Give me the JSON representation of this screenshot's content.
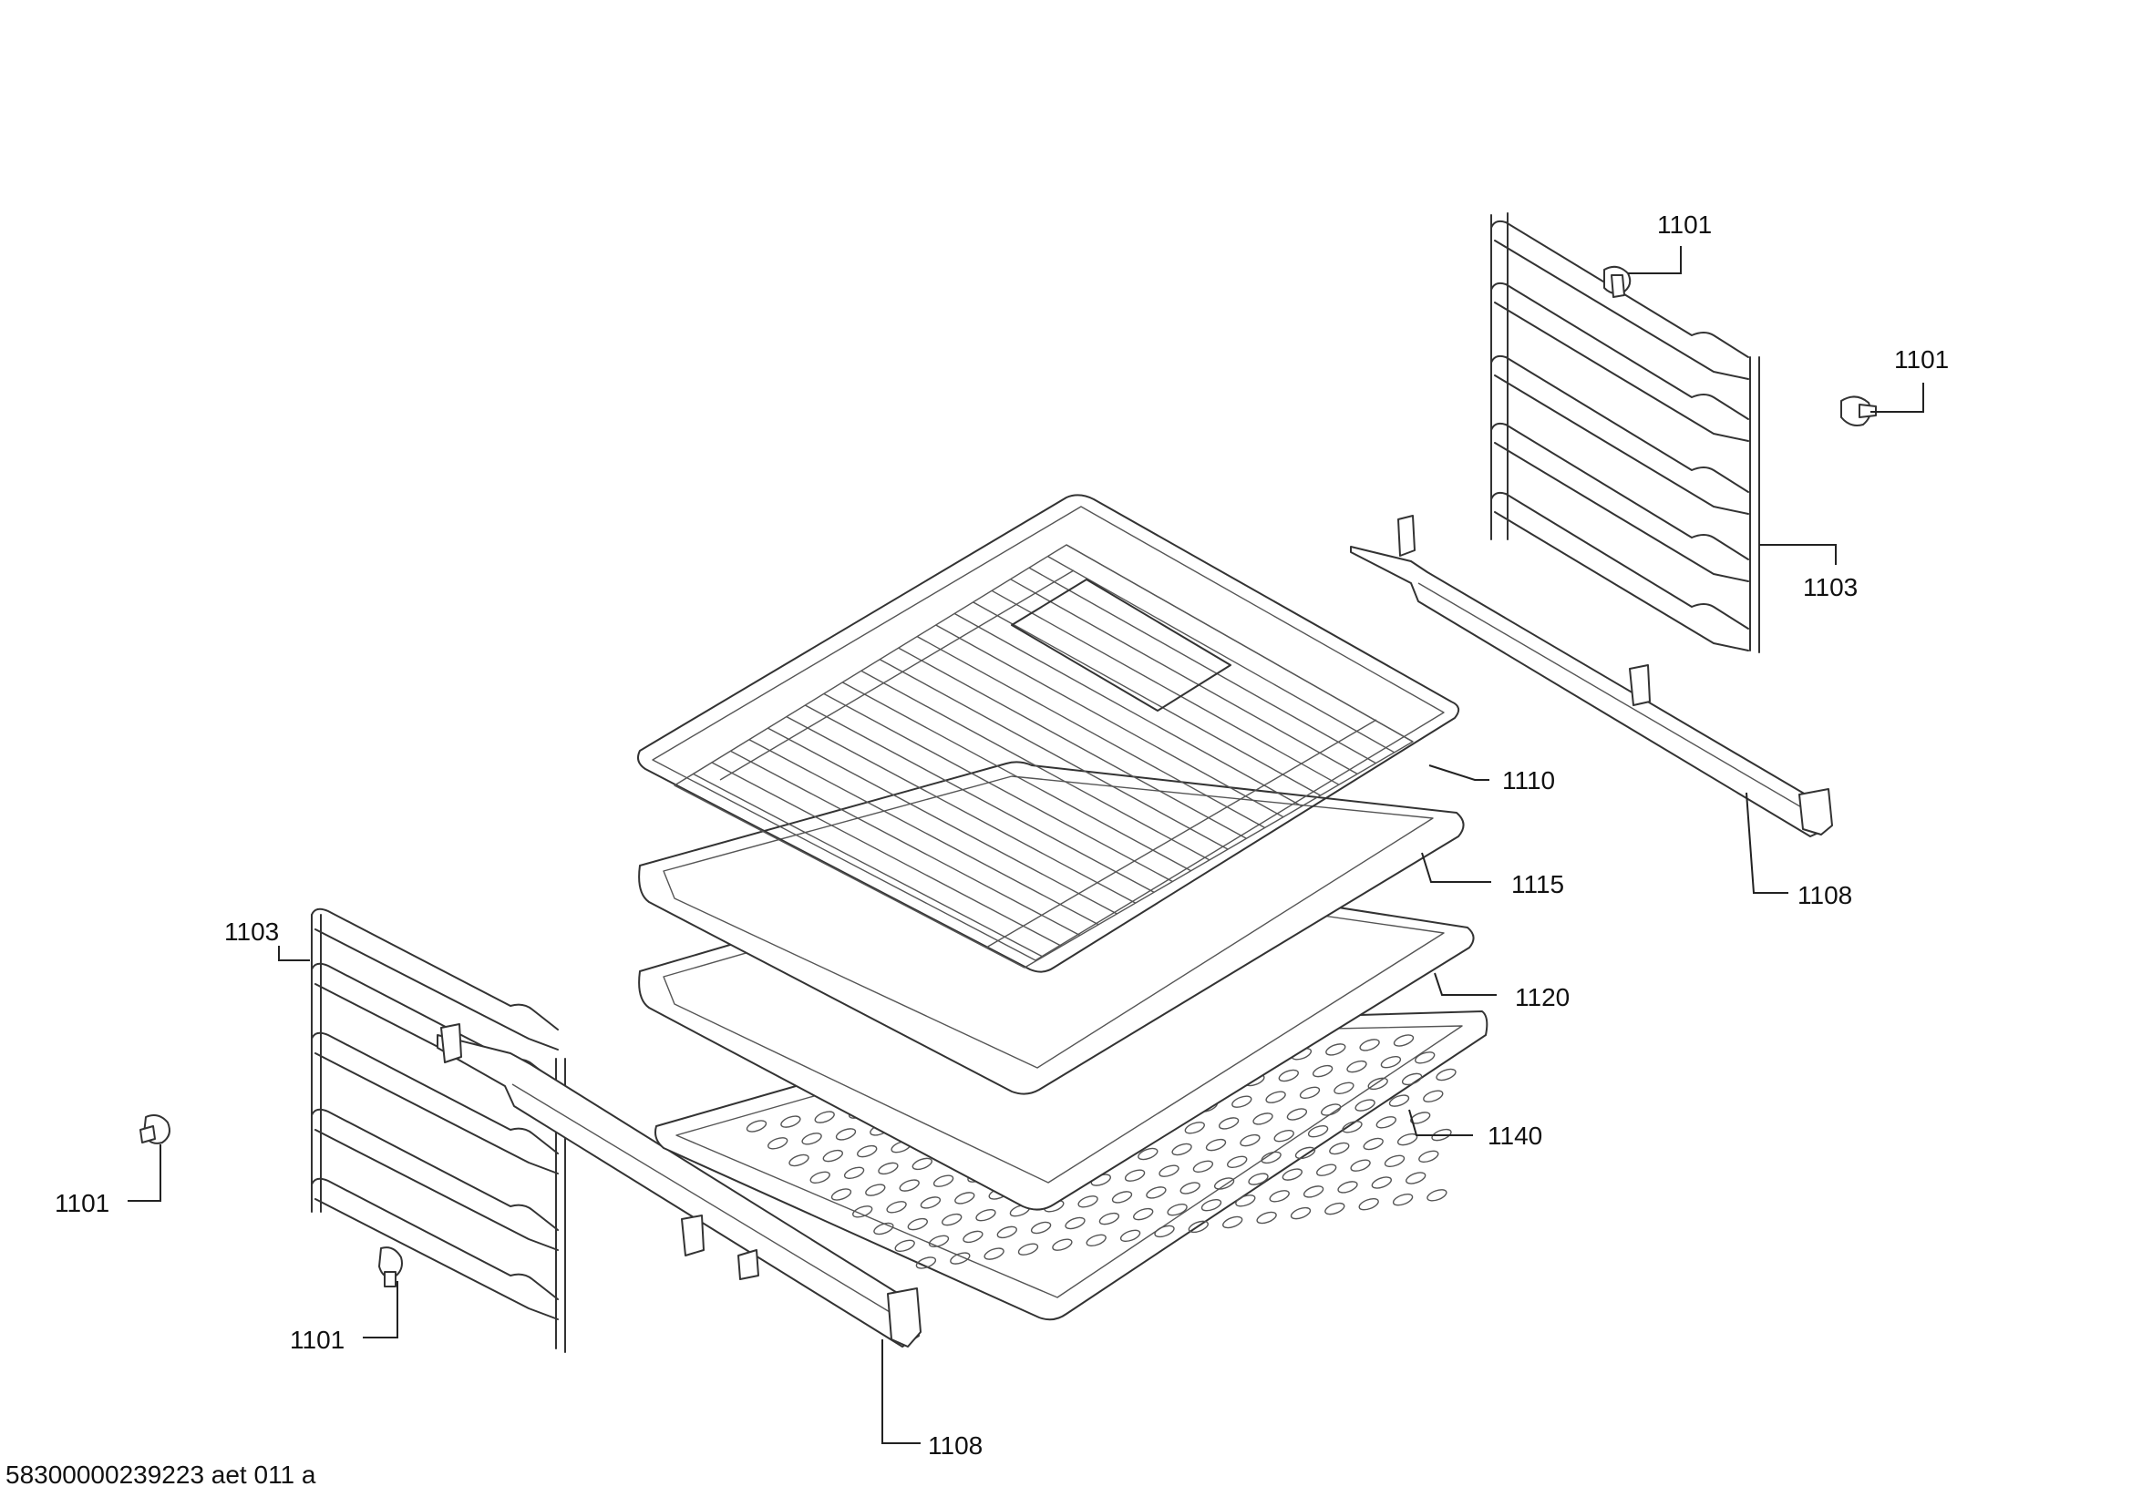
{
  "callouts": {
    "c1101_a": "1101",
    "c1101_b": "1101",
    "c1101_c": "1101",
    "c1101_d": "1101",
    "c1103_a": "1103",
    "c1103_b": "1103",
    "c1108_a": "1108",
    "c1108_b": "1108",
    "c1110": "1110",
    "c1115": "1115",
    "c1120": "1120",
    "c1140": "1140"
  },
  "document_id": "58300000239223 aet 011 a"
}
